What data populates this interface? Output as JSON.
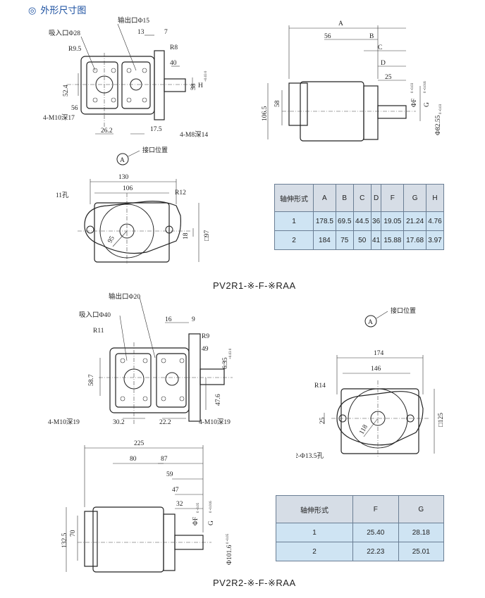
{
  "header": {
    "title": "外形尺寸图"
  },
  "pv2r1": {
    "model": "PV2R1-※-F-※RAA",
    "side": {
      "outlet": "输出口Φ15",
      "inlet": "吸入口Φ28",
      "r95": "R9.5",
      "r8": "R8",
      "d13": "13",
      "d7": "7",
      "d40": "40",
      "d524": "52.4",
      "d56": "56",
      "d262": "26.2",
      "d175": "17.5",
      "m10": "4-M10深17",
      "m8": "4-M8深14",
      "d38": "38",
      "h": "H",
      "htol": "+0.03 0"
    },
    "front": {
      "a": "A",
      "b": "B",
      "c": "C",
      "d": "D",
      "d56": "56",
      "d25": "25",
      "d1065": "106.5",
      "d58": "58",
      "f": "ΦF",
      "ftol": "0 -0.03",
      "g": "G",
      "gtol": "0 -0.016",
      "d8255": "Φ82.55",
      "d8255tol": "0 -0.03"
    },
    "port": {
      "note": "接口位置",
      "marker": "A"
    },
    "flange": {
      "d130": "130",
      "d106": "106",
      "r12": "R12",
      "holes": "2-Φ11孔",
      "d95": "95",
      "d18": "18",
      "d97": "□97"
    },
    "table": {
      "headers": [
        "轴伸形式",
        "A",
        "B",
        "C",
        "D",
        "F",
        "G",
        "H"
      ],
      "rows": [
        [
          "1",
          "178.5",
          "69.5",
          "44.5",
          "36",
          "19.05",
          "21.24",
          "4.76"
        ],
        [
          "2",
          "184",
          "75",
          "50",
          "41",
          "15.88",
          "17.68",
          "3.97"
        ]
      ]
    }
  },
  "pv2r2": {
    "model": "PV2R2-※-F-※RAA",
    "side": {
      "outlet": "输出口Φ20",
      "inlet": "吸入口Φ40",
      "r11": "R11",
      "r9": "R9",
      "d16": "16",
      "d9": "9",
      "d49": "49",
      "d587": "58.7",
      "d635": "6.35",
      "d635tol": "+0.03 0",
      "d476": "47.6",
      "d302": "30.2",
      "d222": "22.2",
      "m10a": "4-M10深19",
      "m10b": "4-M10深19"
    },
    "port": {
      "note": "接口位置",
      "marker": "A"
    },
    "flange": {
      "d174": "174",
      "d146": "146",
      "r14": "R14",
      "holes": "2-Φ13.5孔",
      "d25": "25",
      "d118": "118",
      "d125": "□125"
    },
    "front": {
      "d225": "225",
      "d80": "80",
      "d87": "87",
      "d59": "59",
      "d47": "47",
      "d32": "32",
      "d1325": "132.5",
      "d70": "70",
      "f": "ΦF",
      "ftol": "0 -0.05",
      "g": "G",
      "gtol": "0 -0.016",
      "d1016": "Φ101.6",
      "d1016tol": "0 -0.05"
    },
    "table": {
      "headers": [
        "轴伸形式",
        "F",
        "G"
      ],
      "rows": [
        [
          "1",
          "25.40",
          "28.18"
        ],
        [
          "2",
          "22.23",
          "25.01"
        ]
      ]
    }
  }
}
